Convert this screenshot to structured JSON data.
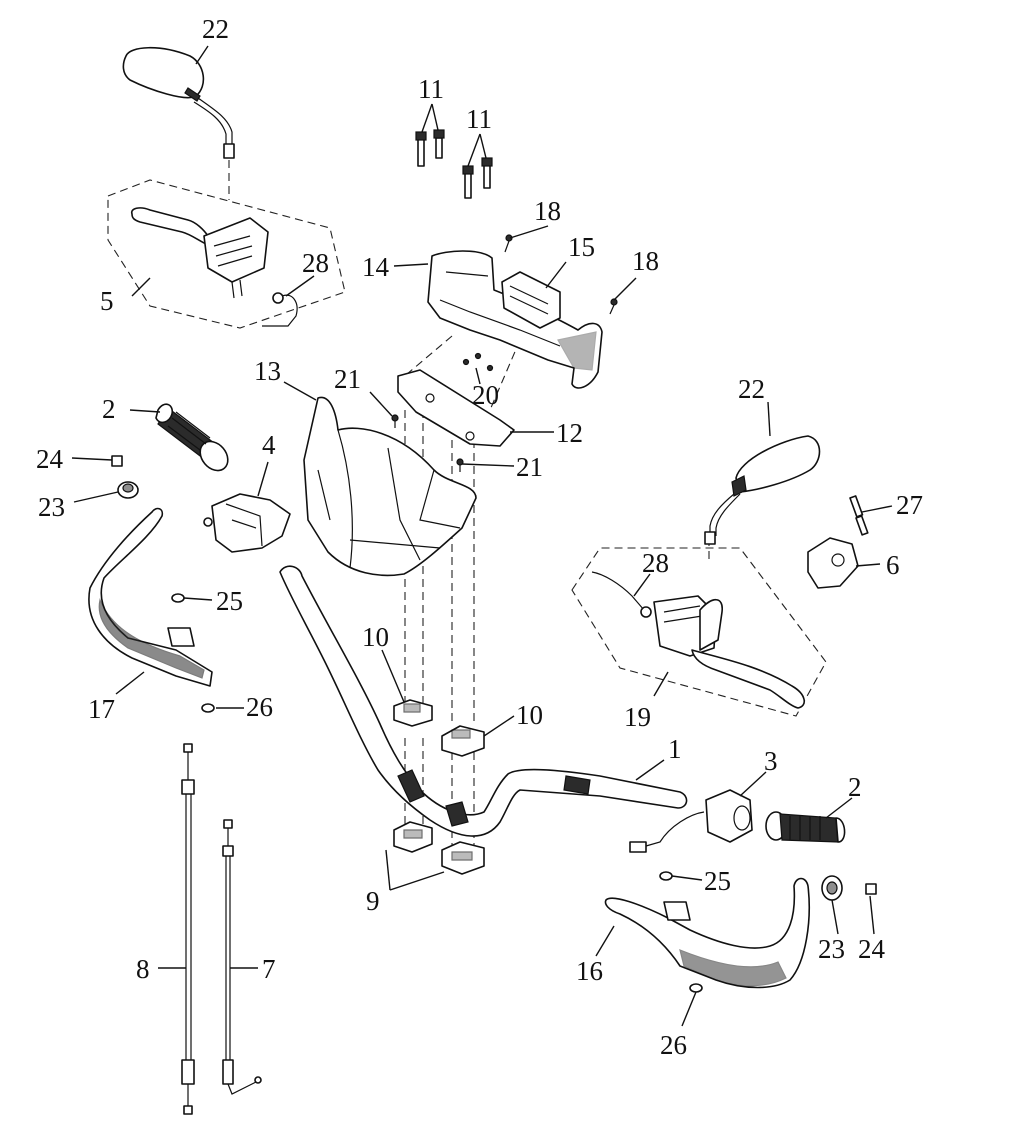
{
  "callouts": {
    "c1": "1",
    "c2a": "2",
    "c2b": "2",
    "c3": "3",
    "c4": "4",
    "c5": "5",
    "c6": "6",
    "c7": "7",
    "c8": "8",
    "c9": "9",
    "c10a": "10",
    "c10b": "10",
    "c11a": "11",
    "c11b": "11",
    "c12": "12",
    "c13": "13",
    "c14": "14",
    "c15": "15",
    "c16": "16",
    "c17": "17",
    "c18a": "18",
    "c18b": "18",
    "c19": "19",
    "c20": "20",
    "c21a": "21",
    "c21b": "21",
    "c22a": "22",
    "c22b": "22",
    "c23a": "23",
    "c23b": "23",
    "c24a": "24",
    "c24b": "24",
    "c25a": "25",
    "c25b": "25",
    "c26a": "26",
    "c26b": "26",
    "c27": "27",
    "c28a": "28",
    "c28b": "28"
  }
}
